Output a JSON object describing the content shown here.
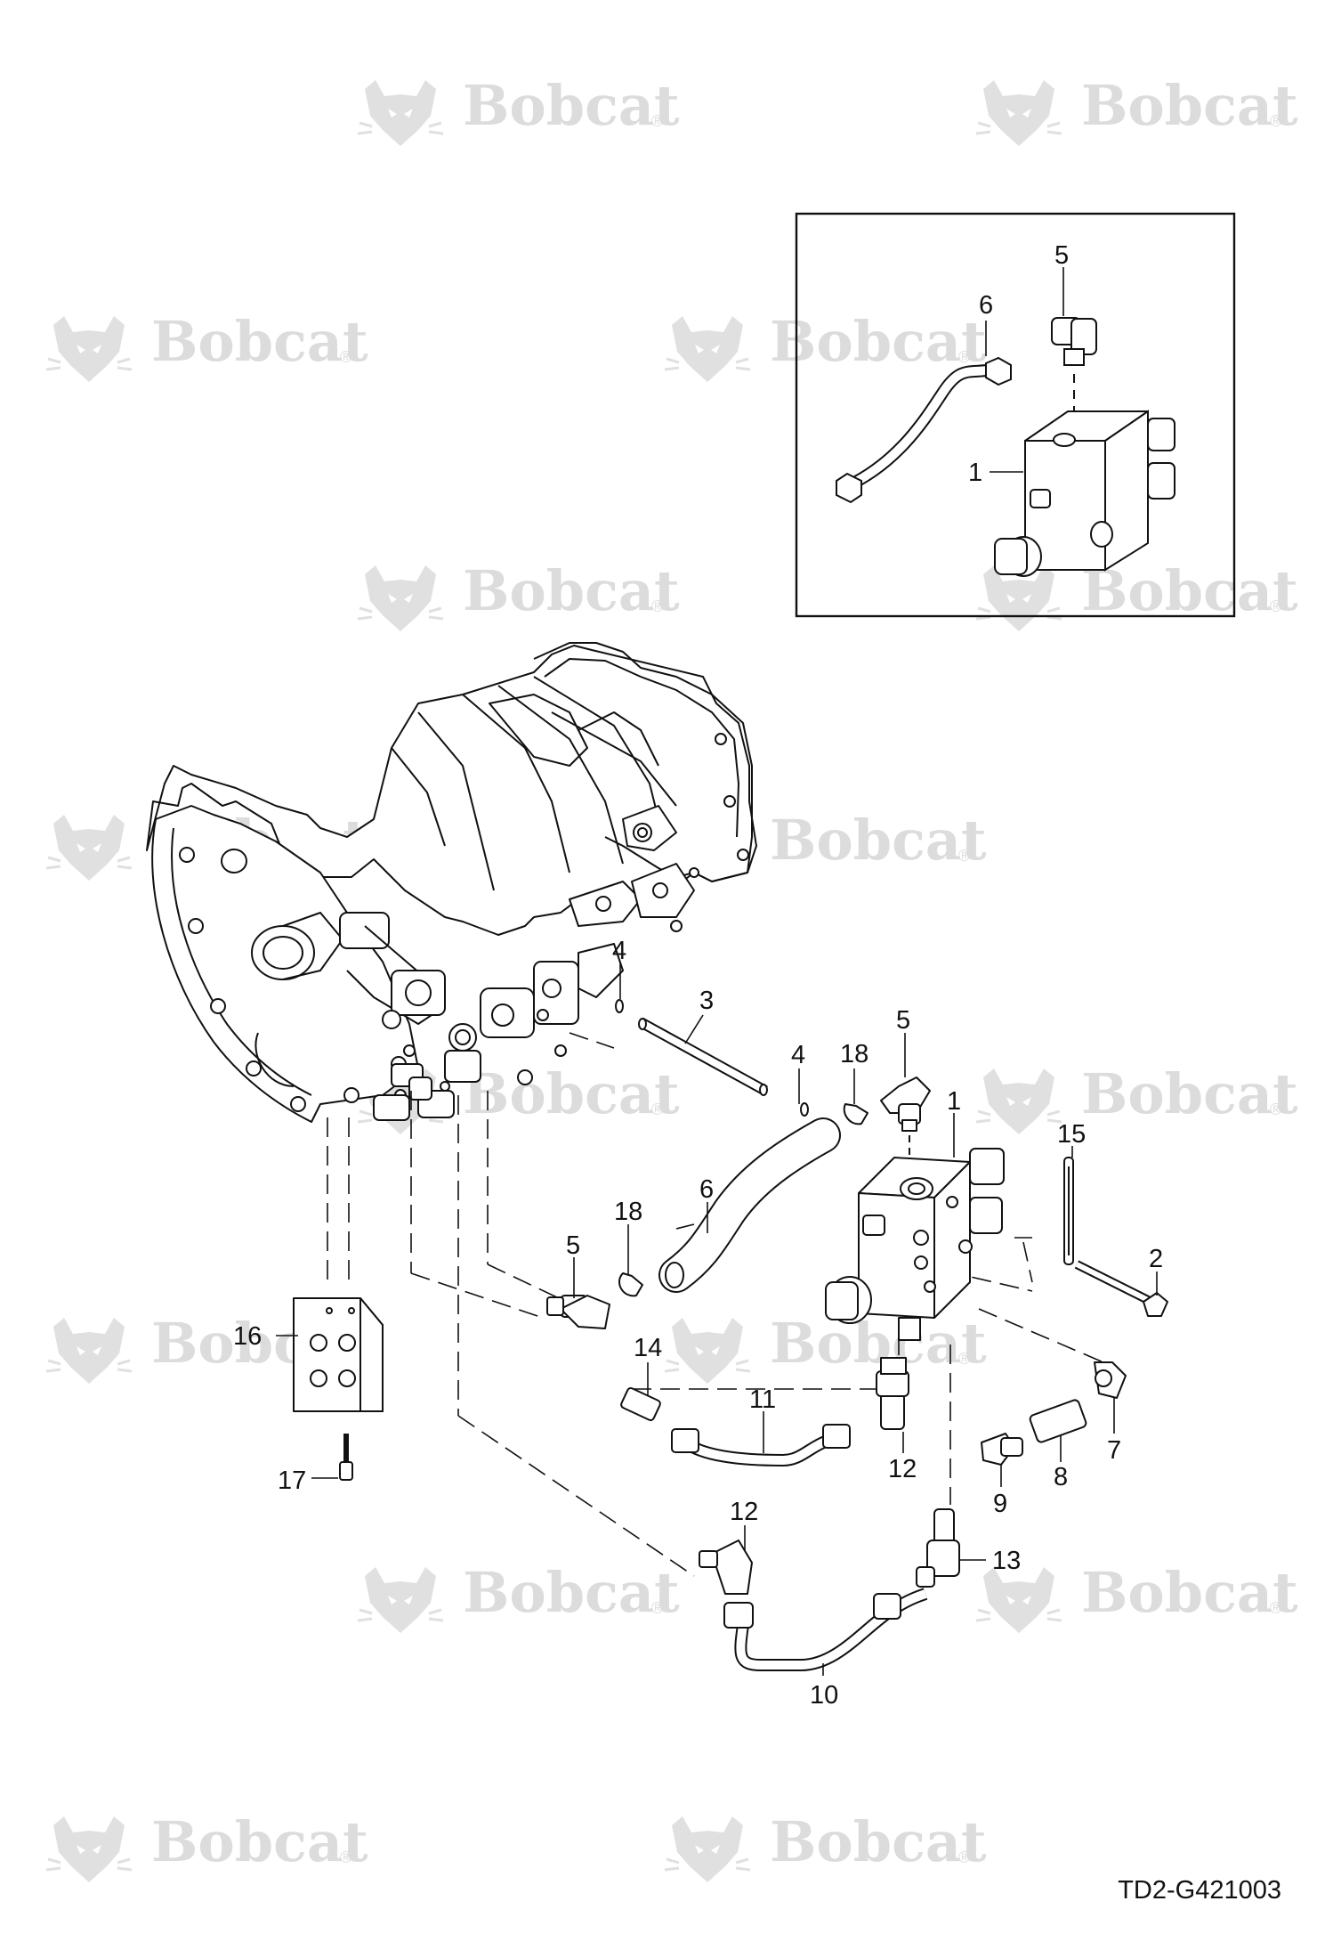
{
  "watermark": {
    "brand": "Bobcat",
    "registered_mark": "®",
    "color": "#dcdcdc",
    "icon": "bobcat-logo-icon"
  },
  "drawing_id": "TD2-G421003",
  "inset": {
    "callouts": [
      "5",
      "6",
      "1"
    ]
  },
  "callouts": [
    "4",
    "3",
    "4",
    "18",
    "5",
    "1",
    "15",
    "6",
    "2",
    "18",
    "5",
    "16",
    "14",
    "11",
    "12",
    "7",
    "8",
    "9",
    "17",
    "12",
    "13",
    "10"
  ]
}
